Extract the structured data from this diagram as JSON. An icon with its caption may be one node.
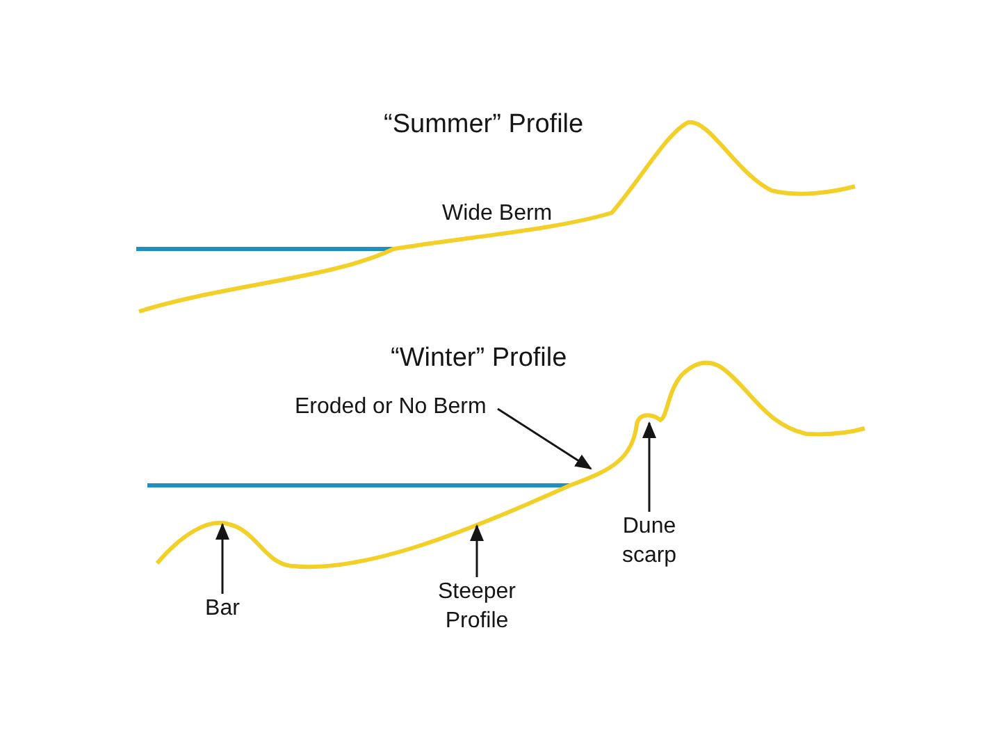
{
  "diagram": {
    "nodes": [
      {
        "text": [
          "Eroded or No Berm"
        ]
      },
      {
        "text": [
          "Dune scarp"
        ]
      },
      {
        "text": [
          "Steeper Profile"
        ]
      },
      {
        "text": [
          "Bar"
        ]
      }
    ],
    "edges": [
      {
        "from": 0,
        "to": null,
        "arrow": "to"
      },
      {
        "from": 1,
        "to": null,
        "arrow": "to"
      },
      {
        "from": 2,
        "to": null,
        "arrow": "to"
      },
      {
        "from": 3,
        "to": null,
        "arrow": "to"
      }
    ],
    "labels": [
      "“Summer” Profile",
      "Wide Berm",
      "“Winter” Profile"
    ]
  }
}
